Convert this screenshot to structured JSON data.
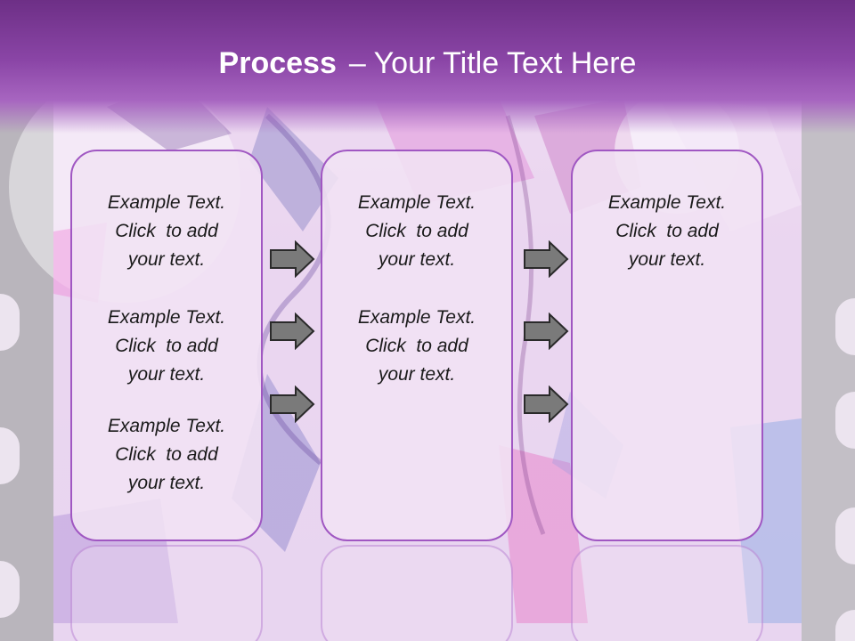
{
  "title": {
    "bold": "Process",
    "rest": "– Your Title Text Here"
  },
  "colors": {
    "header": "#8a45a6",
    "panel_border": "#a057c2",
    "panel_fill": "#f1e2f4",
    "arrow": "#7a7a7a"
  },
  "columns": [
    {
      "items": [
        {
          "text": "Example Text.\nClick  to add\nyour text."
        },
        {
          "text": "Example Text.\nClick  to add\nyour text."
        },
        {
          "text": "Example Text.\nClick  to add\nyour text."
        }
      ]
    },
    {
      "items": [
        {
          "text": "Example Text.\nClick  to add\nyour text."
        },
        {
          "text": "Example Text.\nClick  to add\nyour text."
        }
      ]
    },
    {
      "items": [
        {
          "text": "Example Text.\nClick  to add\nyour text."
        }
      ]
    }
  ],
  "arrow_icon": "right-arrow-icon"
}
